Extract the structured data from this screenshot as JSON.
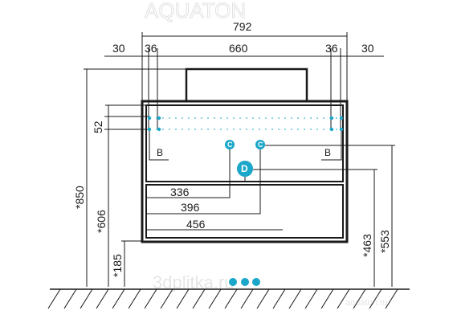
{
  "watermark": {
    "brand": "AQUATON",
    "site": "3dplitka.ru",
    "corner": "aquaton.ru"
  },
  "dimensions": {
    "overall_width": "792",
    "left_offset": "30",
    "left_gap": "36",
    "inner_width": "660",
    "right_gap": "36",
    "right_offset": "30",
    "spacing_52": "52",
    "height_850": "*850",
    "height_606": "*606",
    "height_185": "*185",
    "height_463": "*463",
    "height_553": "*553",
    "dist_336": "336",
    "dist_396": "396",
    "dist_456": "456"
  },
  "markers": {
    "c_left": "C",
    "c_right": "C",
    "d": "D",
    "b_left": "B",
    "b_right": "B"
  },
  "colors": {
    "marker": "#1aa7c9",
    "line": "#1a1a1a"
  }
}
